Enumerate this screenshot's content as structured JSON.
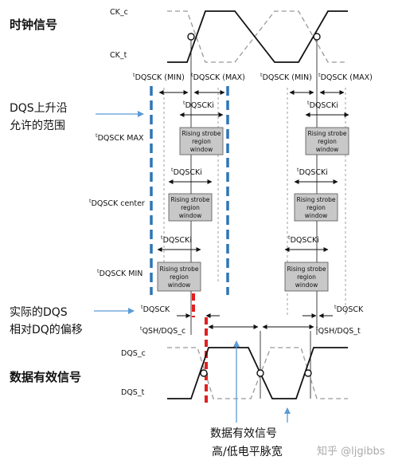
{
  "sections": {
    "clock": "时钟信号",
    "data_valid": "数据有效信号"
  },
  "signals": {
    "ck_c": "CK_c",
    "ck_t": "CK_t",
    "dqs_c": "DQS_c",
    "dqs_t": "DQS_t"
  },
  "params": {
    "dqsck_min": "DQSCK (MIN)",
    "dqsck_max": "DQSCK (MAX)",
    "dqscki": "DQSCKi",
    "dqsck_max_row": "DQSCK MAX",
    "dqsck_center_row": "DQSCK center",
    "dqsck_min_row": "DQSCK MIN",
    "dqsck": "DQSCK",
    "qsh": "QSH/DQS_c",
    "qsh_t": "QSH/DQS_t",
    "t_prefix": "t"
  },
  "box": {
    "line1": "Rising strobe",
    "line2": "region",
    "line3": "window"
  },
  "notes": {
    "dqs_range_line1": "DQS上升沿",
    "dqs_range_line2": "允许的范围",
    "offset_line1": "实际的DQS",
    "offset_line2": "相对DQ的偏移",
    "width_line1": "数据有效信号",
    "width_line2": "高/低电平脉宽"
  },
  "watermark": "知乎 @ljgibbs",
  "colors": {
    "blue_dash": "#2e75b6",
    "red_dash": "#e02020",
    "box_fill": "#c8c8c8",
    "arrow_blue": "#5b9bd5",
    "dash_grey": "#999999"
  }
}
